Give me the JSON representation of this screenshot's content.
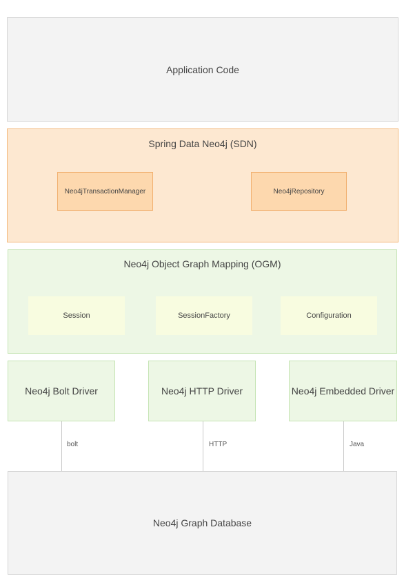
{
  "application_layer": {
    "label": "Application Code"
  },
  "sdn_layer": {
    "title": "Spring Data Neo4j (SDN)",
    "components": [
      "Neo4jTransactionManager",
      "Neo4jRepository"
    ]
  },
  "ogm_layer": {
    "title": "Neo4j Object Graph Mapping (OGM)",
    "components": [
      "Session",
      "SessionFactory",
      "Configuration"
    ]
  },
  "drivers": [
    {
      "label": "Neo4j Bolt Driver",
      "protocol": "bolt"
    },
    {
      "label": "Neo4j HTTP Driver",
      "protocol": "HTTP"
    },
    {
      "label": "Neo4j Embedded Driver",
      "protocol": "Java"
    }
  ],
  "database": {
    "label": "Neo4j Graph Database"
  }
}
